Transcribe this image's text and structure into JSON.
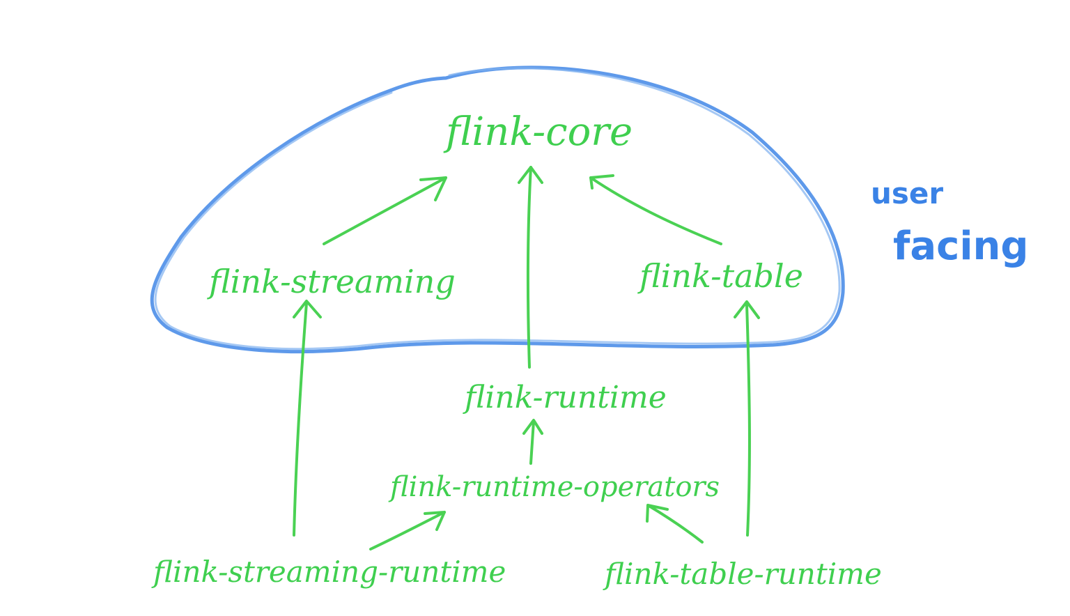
{
  "diagram": {
    "boundary_label": {
      "line1": "user",
      "line2": "facing"
    },
    "nodes": {
      "core": "flink-core",
      "streaming": "flink-streaming",
      "table": "flink-table",
      "runtime": "flink-runtime",
      "runtime_operators": "flink-runtime-operators",
      "streaming_runtime": "flink-streaming-runtime",
      "table_runtime": "flink-table-runtime"
    },
    "edges": [
      {
        "from": "flink-streaming",
        "to": "flink-core"
      },
      {
        "from": "flink-runtime",
        "to": "flink-core"
      },
      {
        "from": "flink-table",
        "to": "flink-core"
      },
      {
        "from": "flink-streaming-runtime",
        "to": "flink-streaming"
      },
      {
        "from": "flink-table-runtime",
        "to": "flink-table"
      },
      {
        "from": "flink-runtime-operators",
        "to": "flink-runtime"
      },
      {
        "from": "flink-streaming-runtime",
        "to": "flink-runtime-operators"
      },
      {
        "from": "flink-table-runtime",
        "to": "flink-runtime-operators"
      }
    ],
    "colors": {
      "node_text": "#3fcf4f",
      "arrow": "#4ad153",
      "boundary": "#4d8ee8",
      "boundary_label": "#3a82e6"
    }
  }
}
